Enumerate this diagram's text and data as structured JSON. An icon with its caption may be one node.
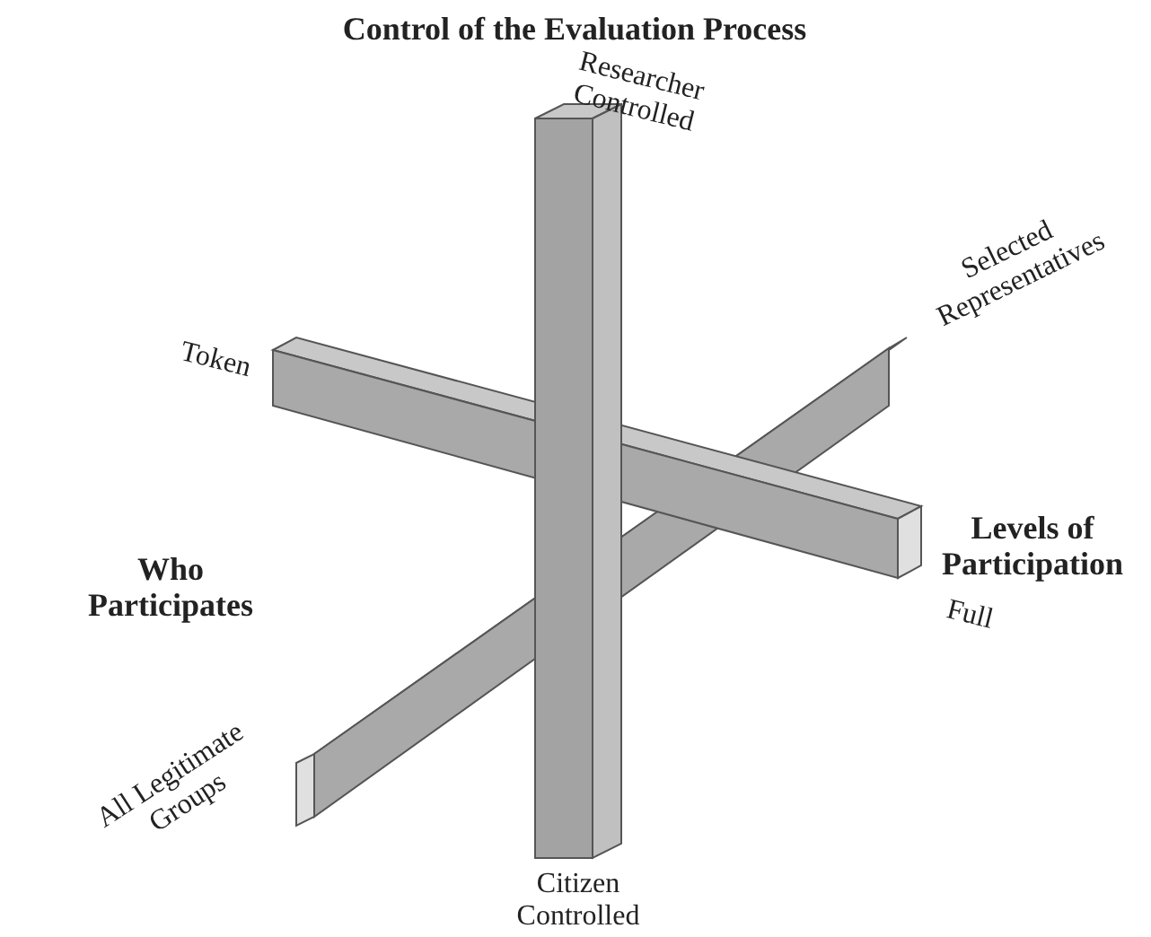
{
  "diagram": {
    "labels": [
      "Control of the Evaluation Process",
      "Researcher Controlled",
      "Token",
      "Selected Representatives",
      "Who Participates",
      "Levels of Participation",
      "Full",
      "All Legitimate Groups",
      "Citizen Controlled"
    ]
  }
}
